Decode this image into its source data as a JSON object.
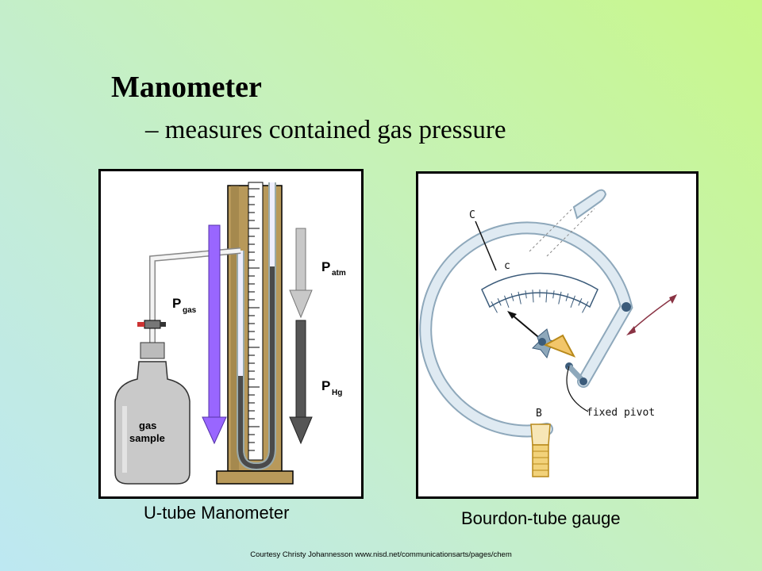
{
  "slide": {
    "title": "Manometer",
    "subtitle": "– measures contained gas pressure"
  },
  "left_figure": {
    "caption": "U-tube Manometer",
    "labels": {
      "p_gas_main": "P",
      "p_gas_sub": "gas",
      "p_atm_main": "P",
      "p_atm_sub": "atm",
      "p_hg_main": "P",
      "p_hg_sub": "Hg",
      "flask_line1": "gas",
      "flask_line2": "sample"
    }
  },
  "right_figure": {
    "caption": "Bourdon-tube gauge",
    "labels": {
      "c_upper": "C",
      "c_lower": "c",
      "b": "B",
      "pivot": "fixed pivot"
    }
  },
  "credit": "Courtesy Christy Johannesson www.nisd.net/communicationsarts/pages/chem",
  "colors": {
    "gas_arrow": "#9966ff",
    "atm_arrow": "#c8c8c8",
    "hg_arrow": "#555555",
    "manometer_board": "#b8995a",
    "flask": "#c9c9c9",
    "bourdon_tube": "#d6e4ee",
    "pointer_arrow": "#8a3344"
  }
}
